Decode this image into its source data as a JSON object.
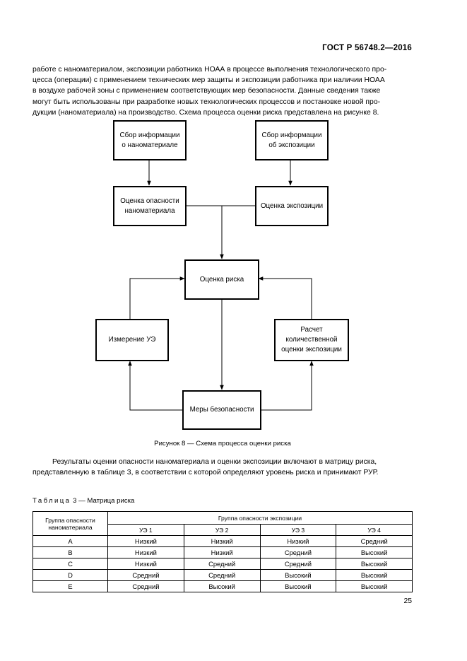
{
  "header": {
    "doc_id": "ГОСТ Р 56748.2—2016"
  },
  "paragraph1": {
    "lines": [
      "работе с наноматериалом, экспозиции работника НОАА в процессе выполнения технологического про-",
      "цесса (операции) с применением технических мер защиты и экспозиции работника при наличии НОАА",
      "в воздухе рабочей зоны с применением соответствующих мер безопасности. Данные сведения также",
      "могут быть использованы при разработке новых технологических процессов и постановке новой про-",
      "дукции (наноматериала) на производство. Схема процесса оценки риска представлена на рисунке 8."
    ]
  },
  "diagram": {
    "box_collect_nano": [
      "Сбор информации",
      "о наноматериале"
    ],
    "box_collect_exposure": [
      "Сбор информации",
      "об экспозиции"
    ],
    "box_hazard_assessment": [
      "Оценка опасности",
      "наноматериала"
    ],
    "box_exposure_assessment": [
      "Оценка экспозиции"
    ],
    "box_risk_assessment": [
      "Оценка риска"
    ],
    "box_measure_ue": [
      "Измерение УЭ"
    ],
    "box_calc_exposure": [
      "Расчет",
      "количественной",
      "оценки экспозиции"
    ],
    "box_safety_measures": [
      "Меры безопасности"
    ]
  },
  "figure_caption": "Рисунок 8 — Схема процесса оценки риска",
  "paragraph2": {
    "lines": [
      "Результаты оценки опасности наноматериала и оценки экспозиции включают в матрицу риска,",
      "представленную в таблице 3, в соответствии с которой определяют уровень риска и принимают РУР."
    ]
  },
  "table": {
    "title_label": "Таблица",
    "title_rest": "3 — Матрица риска",
    "col_hazard_group": [
      "Группа опасности",
      "наноматериала"
    ],
    "col_exposure_group": "Группа опасности экспозиции",
    "exposure_levels": [
      "УЭ 1",
      "УЭ 2",
      "УЭ 3",
      "УЭ 4"
    ],
    "rows": [
      {
        "group": "A",
        "values": [
          "Низкий",
          "Низкий",
          "Низкий",
          "Средний"
        ]
      },
      {
        "group": "B",
        "values": [
          "Низкий",
          "Низкий",
          "Средний",
          "Высокий"
        ]
      },
      {
        "group": "C",
        "values": [
          "Низкий",
          "Средний",
          "Средний",
          "Высокий"
        ]
      },
      {
        "group": "D",
        "values": [
          "Средний",
          "Средний",
          "Высокий",
          "Высокий"
        ]
      },
      {
        "group": "E",
        "values": [
          "Средний",
          "Высокий",
          "Высокий",
          "Высокий"
        ]
      }
    ]
  },
  "page_number": "25"
}
